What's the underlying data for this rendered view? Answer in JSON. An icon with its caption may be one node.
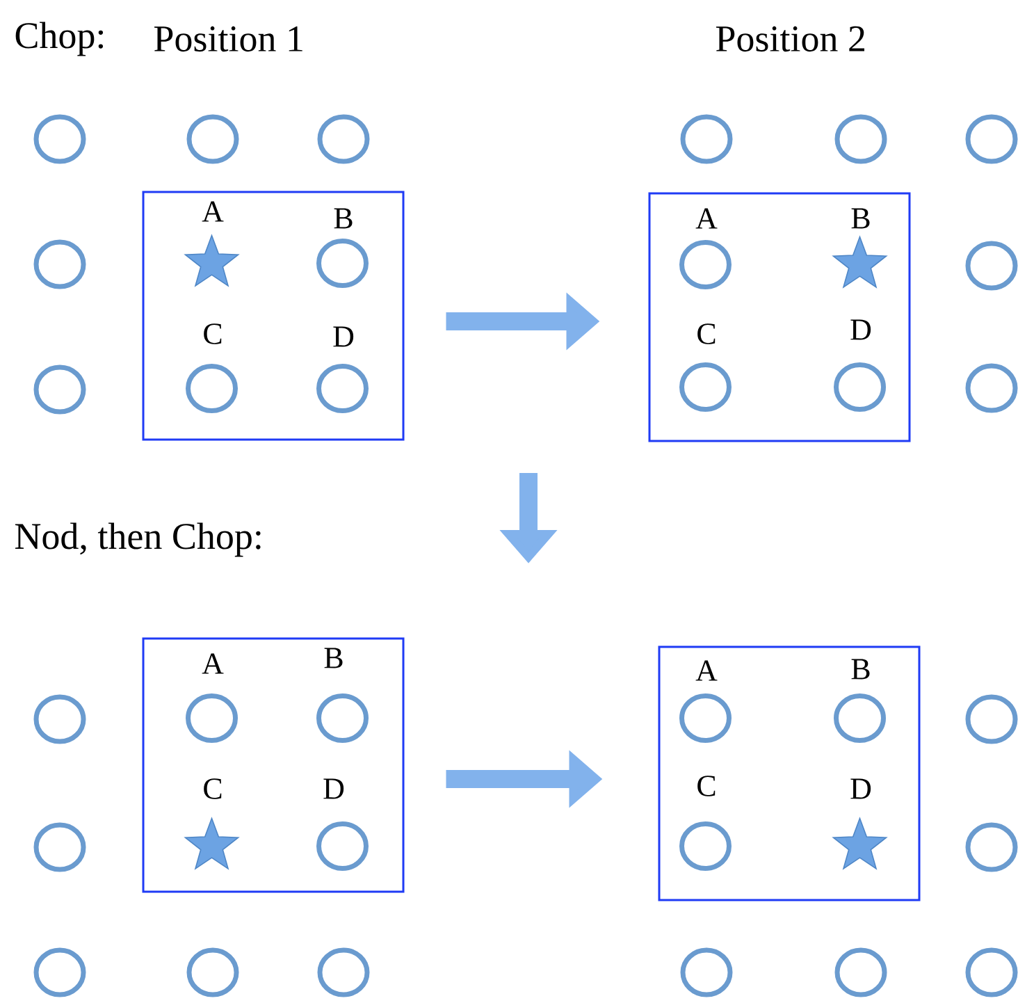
{
  "diagram": {
    "nodes": [
      {
        "text": [],
        "shape": "box"
      },
      {
        "text": [],
        "shape": "star",
        "in": 0,
        "beside": [
          "A"
        ]
      },
      {
        "text": [],
        "shape": "circle",
        "in": 0,
        "beside": [
          "B"
        ]
      },
      {
        "text": [],
        "shape": "circle",
        "in": 0,
        "beside": [
          "C"
        ]
      },
      {
        "text": [],
        "shape": "circle",
        "in": 0,
        "beside": [
          "D"
        ]
      },
      {
        "text": [],
        "shape": "box"
      },
      {
        "text": [],
        "shape": "circle",
        "in": 5,
        "beside": [
          "A"
        ]
      },
      {
        "text": [],
        "shape": "star",
        "in": 5,
        "beside": [
          "B"
        ]
      },
      {
        "text": [],
        "shape": "circle",
        "in": 5,
        "beside": [
          "C"
        ]
      },
      {
        "text": [],
        "shape": "circle",
        "in": 5,
        "beside": [
          "D"
        ]
      },
      {
        "text": [],
        "shape": "box"
      },
      {
        "text": [],
        "shape": "circle",
        "in": 10,
        "beside": [
          "A"
        ]
      },
      {
        "text": [],
        "shape": "circle",
        "in": 10,
        "beside": [
          "B"
        ]
      },
      {
        "text": [],
        "shape": "star",
        "in": 10,
        "beside": [
          "C"
        ]
      },
      {
        "text": [],
        "shape": "circle",
        "in": 10,
        "beside": [
          "D"
        ]
      },
      {
        "text": [],
        "shape": "box"
      },
      {
        "text": [],
        "shape": "circle",
        "in": 15,
        "beside": [
          "A"
        ]
      },
      {
        "text": [],
        "shape": "circle",
        "in": 15,
        "beside": [
          "B"
        ]
      },
      {
        "text": [],
        "shape": "circle",
        "in": 15,
        "beside": [
          "C"
        ]
      },
      {
        "text": [],
        "shape": "star",
        "in": 15,
        "beside": [
          "D"
        ]
      },
      {
        "text": [],
        "shape": "circle"
      },
      {
        "text": [],
        "shape": "circle"
      },
      {
        "text": [],
        "shape": "circle"
      },
      {
        "text": [],
        "shape": "circle"
      },
      {
        "text": [],
        "shape": "circle"
      },
      {
        "text": [],
        "shape": "circle"
      },
      {
        "text": [],
        "shape": "circle"
      },
      {
        "text": [],
        "shape": "circle"
      },
      {
        "text": [],
        "shape": "circle"
      },
      {
        "text": [],
        "shape": "circle"
      },
      {
        "text": [],
        "shape": "circle"
      },
      {
        "text": [],
        "shape": "circle"
      },
      {
        "text": [],
        "shape": "circle"
      },
      {
        "text": [],
        "shape": "circle"
      },
      {
        "text": [],
        "shape": "circle"
      },
      {
        "text": [],
        "shape": "circle"
      },
      {
        "text": [],
        "shape": "circle"
      },
      {
        "text": [],
        "shape": "circle"
      },
      {
        "text": [],
        "shape": "circle"
      },
      {
        "text": [],
        "shape": "circle"
      }
    ],
    "edges": [
      {
        "from": 0,
        "to": 5,
        "arrow": "to"
      },
      {
        "from": 10,
        "to": 15,
        "arrow": "to"
      }
    ],
    "labels": [
      "Chop:",
      "Position 1",
      "Position 2",
      "Nod, then Chop:"
    ]
  }
}
